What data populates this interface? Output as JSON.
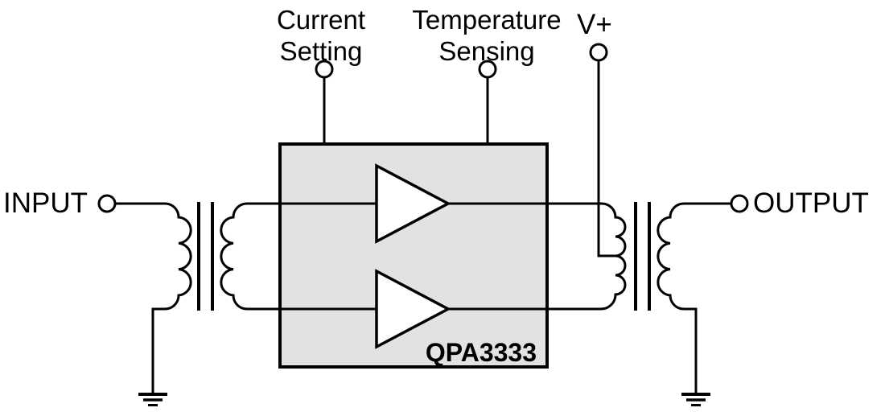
{
  "diagram": {
    "part_number": "QPA3333",
    "input_label": "INPUT",
    "output_label": "OUTPUT",
    "pins": {
      "current_setting": {
        "line1": "Current",
        "line2": "Setting"
      },
      "temperature_sensing": {
        "line1": "Temperature",
        "line2": "Sensing"
      },
      "supply": "V+"
    },
    "colors": {
      "wire": "#000000",
      "block_fill": "#e2e2e2",
      "block_border": "#000000",
      "background": "#ffffff"
    }
  }
}
